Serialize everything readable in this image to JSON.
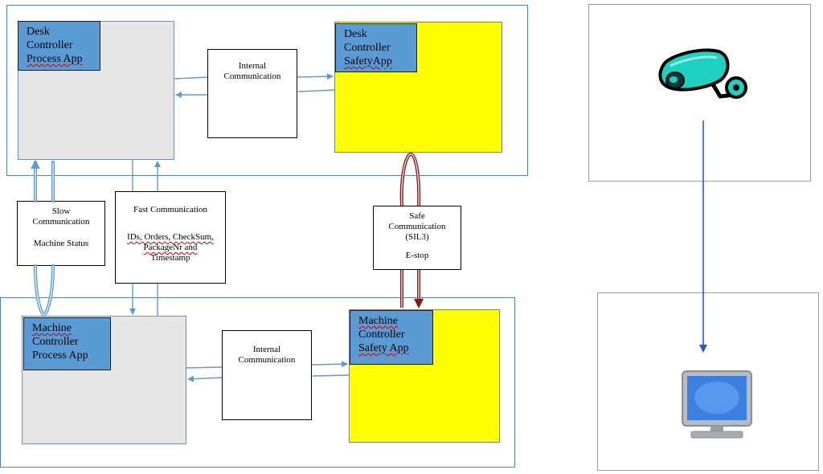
{
  "diagram": {
    "desk_process_app": {
      "lines": [
        "Desk",
        "Controller",
        "Process App"
      ]
    },
    "desk_safety_app": {
      "lines": [
        "Desk",
        "Controller",
        "SafetyApp"
      ]
    },
    "machine_process_app": {
      "lines": [
        "Machine",
        "Controller",
        "Process App"
      ]
    },
    "machine_safety_app": {
      "lines": [
        "Machine",
        "Controller",
        "Safety App"
      ]
    },
    "internal_comm_top": {
      "lines": [
        "Internal",
        "Communication"
      ]
    },
    "internal_comm_bottom": {
      "lines": [
        "Internal",
        "Communication"
      ]
    },
    "slow_comm": {
      "line1": "Slow",
      "line2": "Communication",
      "status": "Machine Status"
    },
    "fast_comm": {
      "title": "Fast Communication",
      "details": [
        "IDs, Orders, CheckSum,",
        "PackageNr and",
        "Timestamp"
      ]
    },
    "safe_comm": {
      "line1": "Safe",
      "line2": "Communication",
      "level": "(SIL3)",
      "estop": "E-stop"
    },
    "icons": {
      "camera": "security-camera-icon",
      "monitor": "monitor-icon"
    },
    "colors": {
      "frame_border": "#4f81bd",
      "label_fill": "#5b9bd5",
      "safety_fill": "#ffff00",
      "process_fill": "#e6e6e6",
      "arrow_blue": "#5b9bd5",
      "arrow_dark_red": "#8b1a1a",
      "camera_teal": "#1fd1c1",
      "video_arrow": "#1f5fbf"
    }
  }
}
